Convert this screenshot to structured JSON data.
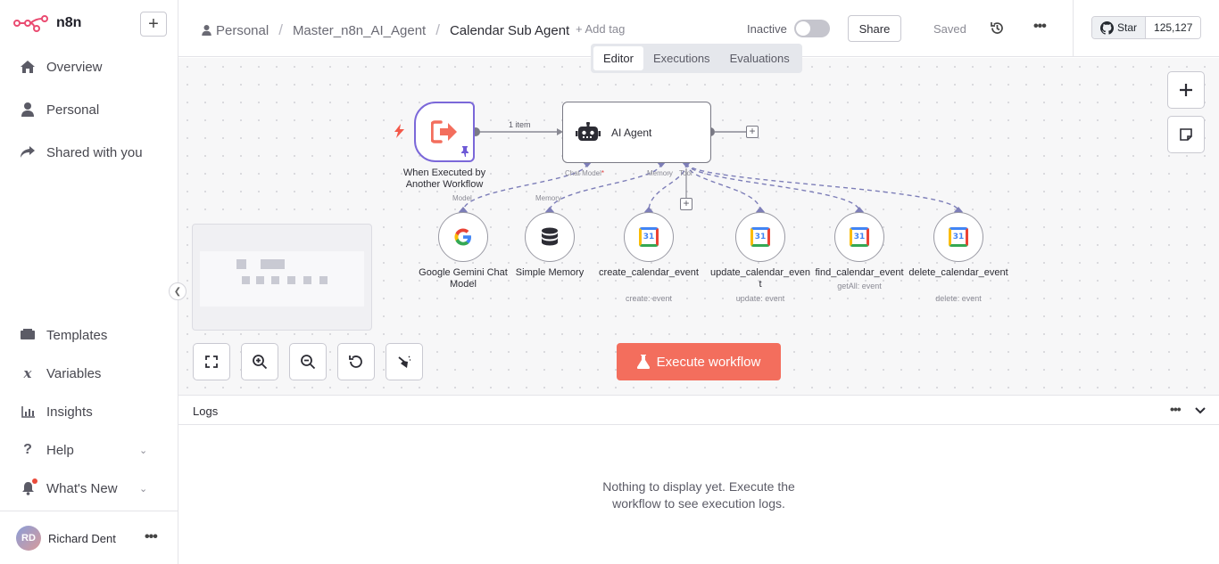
{
  "app": {
    "brand": "n8n",
    "accent": "#ea4b71"
  },
  "sidebar": {
    "nav": [
      {
        "label": "Overview",
        "icon": "home-icon"
      },
      {
        "label": "Personal",
        "icon": "user-icon"
      },
      {
        "label": "Shared with you",
        "icon": "share-icon"
      }
    ],
    "bottom_nav": [
      {
        "label": "Templates",
        "icon": "templates-icon"
      },
      {
        "label": "Variables",
        "icon": "variables-icon"
      },
      {
        "label": "Insights",
        "icon": "insights-icon"
      },
      {
        "label": "Help",
        "icon": "help-icon"
      },
      {
        "label": "What's New",
        "icon": "bell-icon"
      }
    ],
    "user": {
      "initials": "RD",
      "name": "Richard Dent"
    }
  },
  "header": {
    "breadcrumb": [
      "Personal",
      "Master_n8n_AI_Agent",
      "Calendar Sub Agent"
    ],
    "add_tag": "+ Add tag",
    "status_label": "Inactive",
    "active": false,
    "share_label": "Share",
    "saved_label": "Saved",
    "github": {
      "star_label": "Star",
      "count": "125,127"
    }
  },
  "tabs": [
    {
      "label": "Editor",
      "active": true
    },
    {
      "label": "Executions",
      "active": false
    },
    {
      "label": "Evaluations",
      "active": false
    }
  ],
  "canvas": {
    "execute_label": "Execute workflow",
    "connection_label": "1 item",
    "nodes": {
      "trigger": {
        "label": "When Executed by Another Workflow"
      },
      "agent": {
        "label": "AI Agent",
        "ports": {
          "chat_model": "Chat Model",
          "memory": "Memory",
          "tool": "Tool"
        }
      },
      "gemini": {
        "label": "Google Gemini Chat Model",
        "port": "Model"
      },
      "memory": {
        "label": "Simple Memory",
        "port": "Memory"
      },
      "create": {
        "label": "create_calendar_event",
        "sub": "create: event"
      },
      "update": {
        "label": "update_calendar_event",
        "sub": "update: event"
      },
      "find": {
        "label": "find_calendar_event",
        "sub": "getAll: event"
      },
      "delete": {
        "label": "delete_calendar_event",
        "sub": "delete: event"
      }
    }
  },
  "logs": {
    "title": "Logs",
    "empty": "Nothing to display yet. Execute the workflow to see execution logs."
  }
}
